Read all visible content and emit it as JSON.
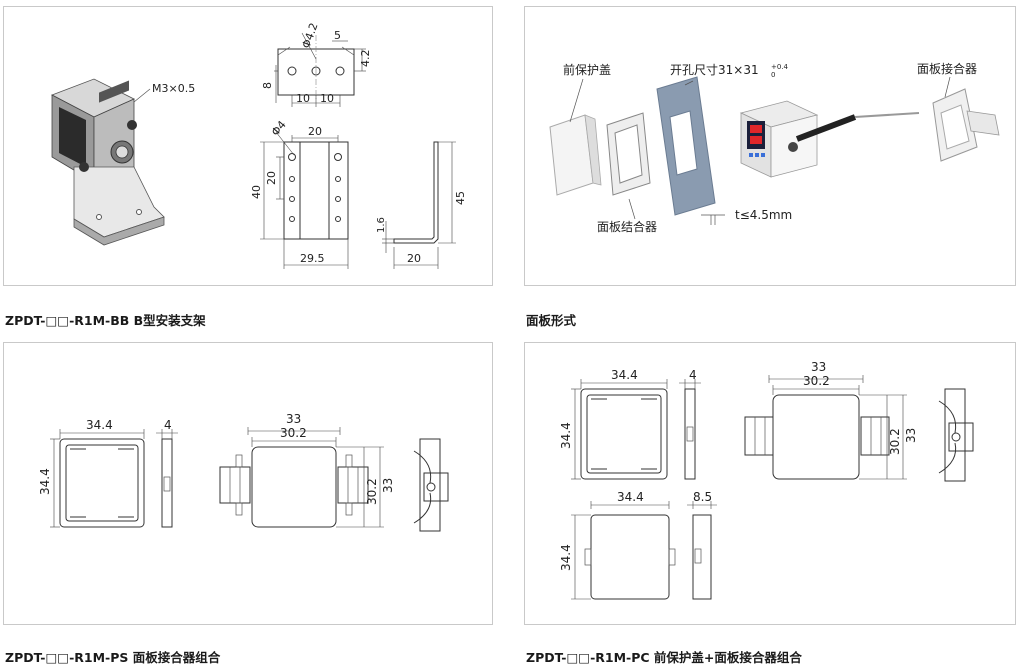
{
  "panels": {
    "bb": {
      "caption": "ZPDT-□□-R1M-BB B型安装支架",
      "labels": {
        "thread": "M3×0.5",
        "hole_dia_top": "Φ4.2",
        "dim_5": "5",
        "dim_4_2": "4.2",
        "dim_8": "8",
        "dim_10a": "10",
        "dim_10b": "10",
        "hole_dia_side": "Φ4",
        "dim_20_top": "20",
        "dim_20_side": "20",
        "dim_40": "40",
        "dim_29_5": "29.5",
        "dim_45": "45",
        "dim_1_6": "1.6",
        "dim_20_bottom": "20"
      }
    },
    "panel_mount": {
      "caption": "面板形式",
      "labels": {
        "front_cover": "前保护盖",
        "cutout": "开孔尺寸31×31",
        "cutout_tol": "+0.4",
        "cutout_tol2": "0",
        "adapter": "面板接合器",
        "bezel": "面板结合器",
        "thickness": "t≤4.5mm"
      }
    },
    "ps": {
      "caption": "ZPDT-□□-R1M-PS 面板接合器组合",
      "labels": {
        "w_34_4": "34.4",
        "h_34_4": "34.4",
        "d_4": "4",
        "w_33": "33",
        "w_30_2": "30.2",
        "h_30_2": "30.2",
        "h_33": "33"
      }
    },
    "pc": {
      "caption": "ZPDT-□□-R1M-PC 前保护盖+面板接合器组合",
      "labels": {
        "w_34_4": "34.4",
        "h_34_4": "34.4",
        "d_4": "4",
        "w_33": "33",
        "w_30_2": "30.2",
        "h_30_2": "30.2",
        "h_33": "33",
        "cover_w": "34.4",
        "cover_h": "34.4",
        "cover_d": "8.5"
      }
    }
  },
  "colors": {
    "panel_border": "#c9c9c9",
    "line": "#333333",
    "plate": "#8a9bb0",
    "lcd_red": "#e0262a",
    "lcd_bg": "#1b1f3a"
  }
}
